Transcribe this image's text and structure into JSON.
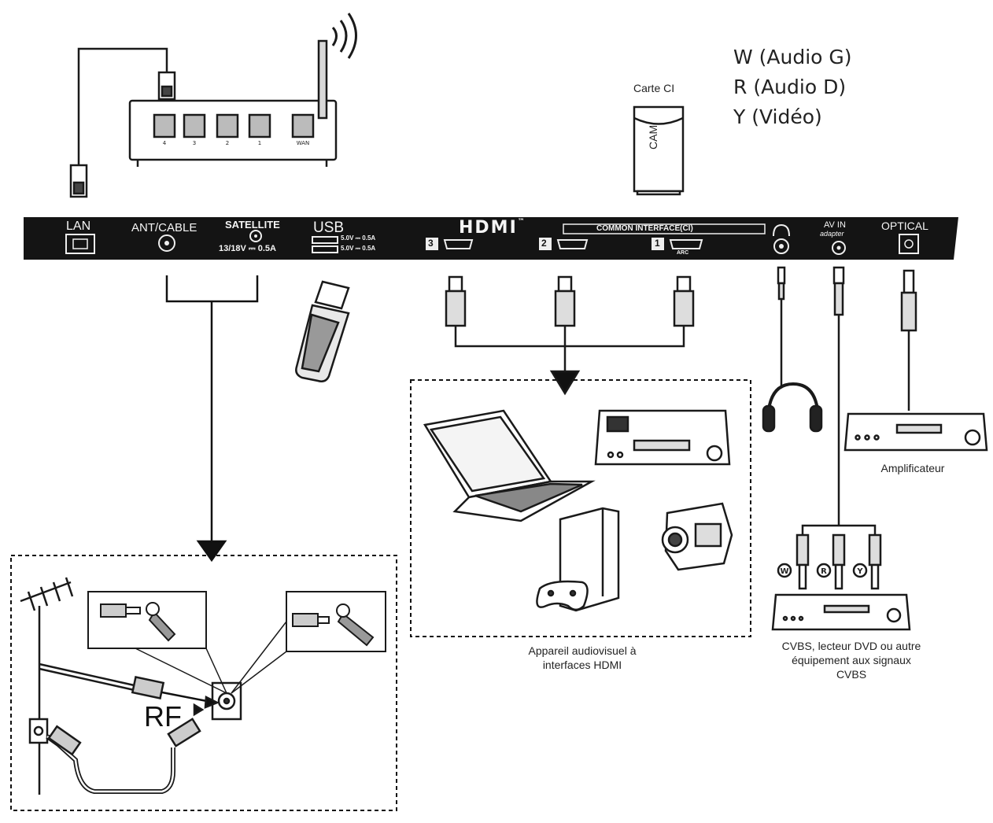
{
  "legend": {
    "audio_left": "W (Audio G)",
    "audio_right": "R (Audio D)",
    "video": "Y (Vidéo)"
  },
  "ci_card": {
    "label": "Carte CI",
    "module": "CAM"
  },
  "panel": {
    "lan": "LAN",
    "ant_cable": "ANT/CABLE",
    "satellite": "SATELLITE",
    "satellite_spec": "13/18V ⎓ 0.5A",
    "usb": "USB",
    "usb_spec_1": "5.0V ⎓ 0.5A",
    "usb_spec_2": "5.0V ⎓ 0.5A",
    "hdmi": "HDMI",
    "hdmi_tm": "™",
    "hdmi_port_3": "3",
    "hdmi_port_2": "2",
    "hdmi_port_1": "1",
    "arc": "ARC",
    "common_interface": "COMMON INTERFACE(CI)",
    "av_in": "AV IN",
    "adapter": "adapter",
    "optical": "OPTICAL"
  },
  "router_ports": [
    "4",
    "3",
    "2",
    "1",
    "WAN"
  ],
  "captions": {
    "hdmi_devices_1": "Appareil audiovisuel à",
    "hdmi_devices_2": "interfaces HDMI",
    "amplifier": "Amplificateur",
    "cvbs_1": "CVBS, lecteur DVD ou autre",
    "cvbs_2": "équipement aux signaux",
    "cvbs_3": "CVBS",
    "rf": "RF"
  },
  "rca_letters": {
    "w": "W",
    "r": "R",
    "y": "Y"
  },
  "colors": {
    "panel": "#141414",
    "line": "#1a1a1a",
    "device_fill": "#ffffff"
  }
}
